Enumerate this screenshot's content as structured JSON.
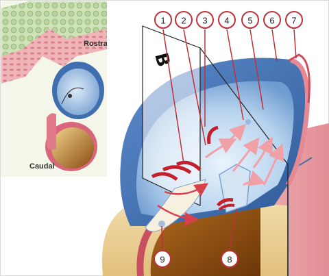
{
  "figure": {
    "inset_labels": {
      "rostral": "Rostral",
      "caudal": "Caudal"
    },
    "cut_plane_letter": "B",
    "markers": [
      "1",
      "2",
      "3",
      "4",
      "5",
      "6",
      "7",
      "8",
      "9"
    ],
    "colors": {
      "ventricle_blue": "#a9c9ea",
      "wall_blue": "#3f6fae",
      "tissue_pink": "#e8a1a6",
      "flow_red": "#c4202c",
      "yolk_tan": "#d8b878",
      "cavity_brown": "#8a4a10"
    }
  }
}
